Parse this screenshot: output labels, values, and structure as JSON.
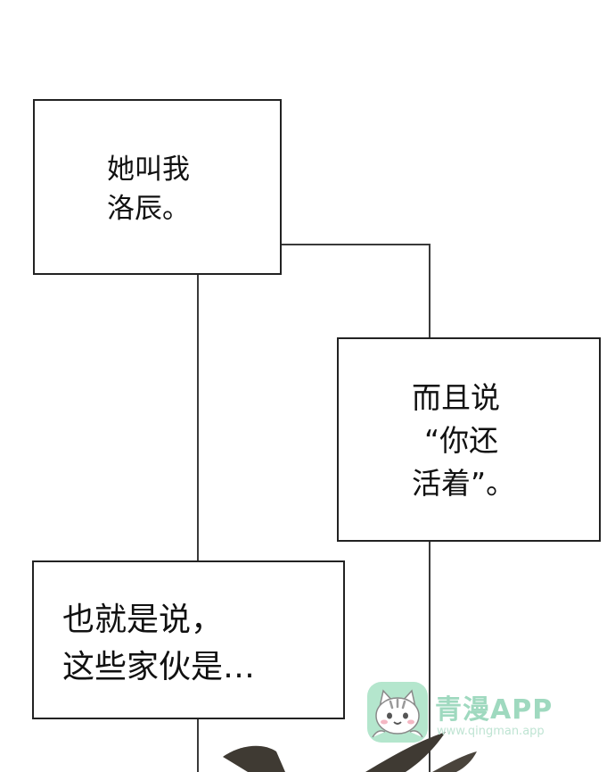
{
  "bubbles": {
    "bubble1": {
      "line1": "她叫我",
      "line2": "洛辰。"
    },
    "bubble2": {
      "line1": "而且说",
      "line2": "“你还",
      "line3": "活着”。"
    },
    "bubble3": {
      "line1": "也就是说，",
      "line2": "这些家伙是…"
    }
  },
  "watermark": {
    "brand": "青漫APP",
    "url": "www.qingman.app",
    "icon": "cat-icon",
    "color": "#9fd9bf"
  }
}
